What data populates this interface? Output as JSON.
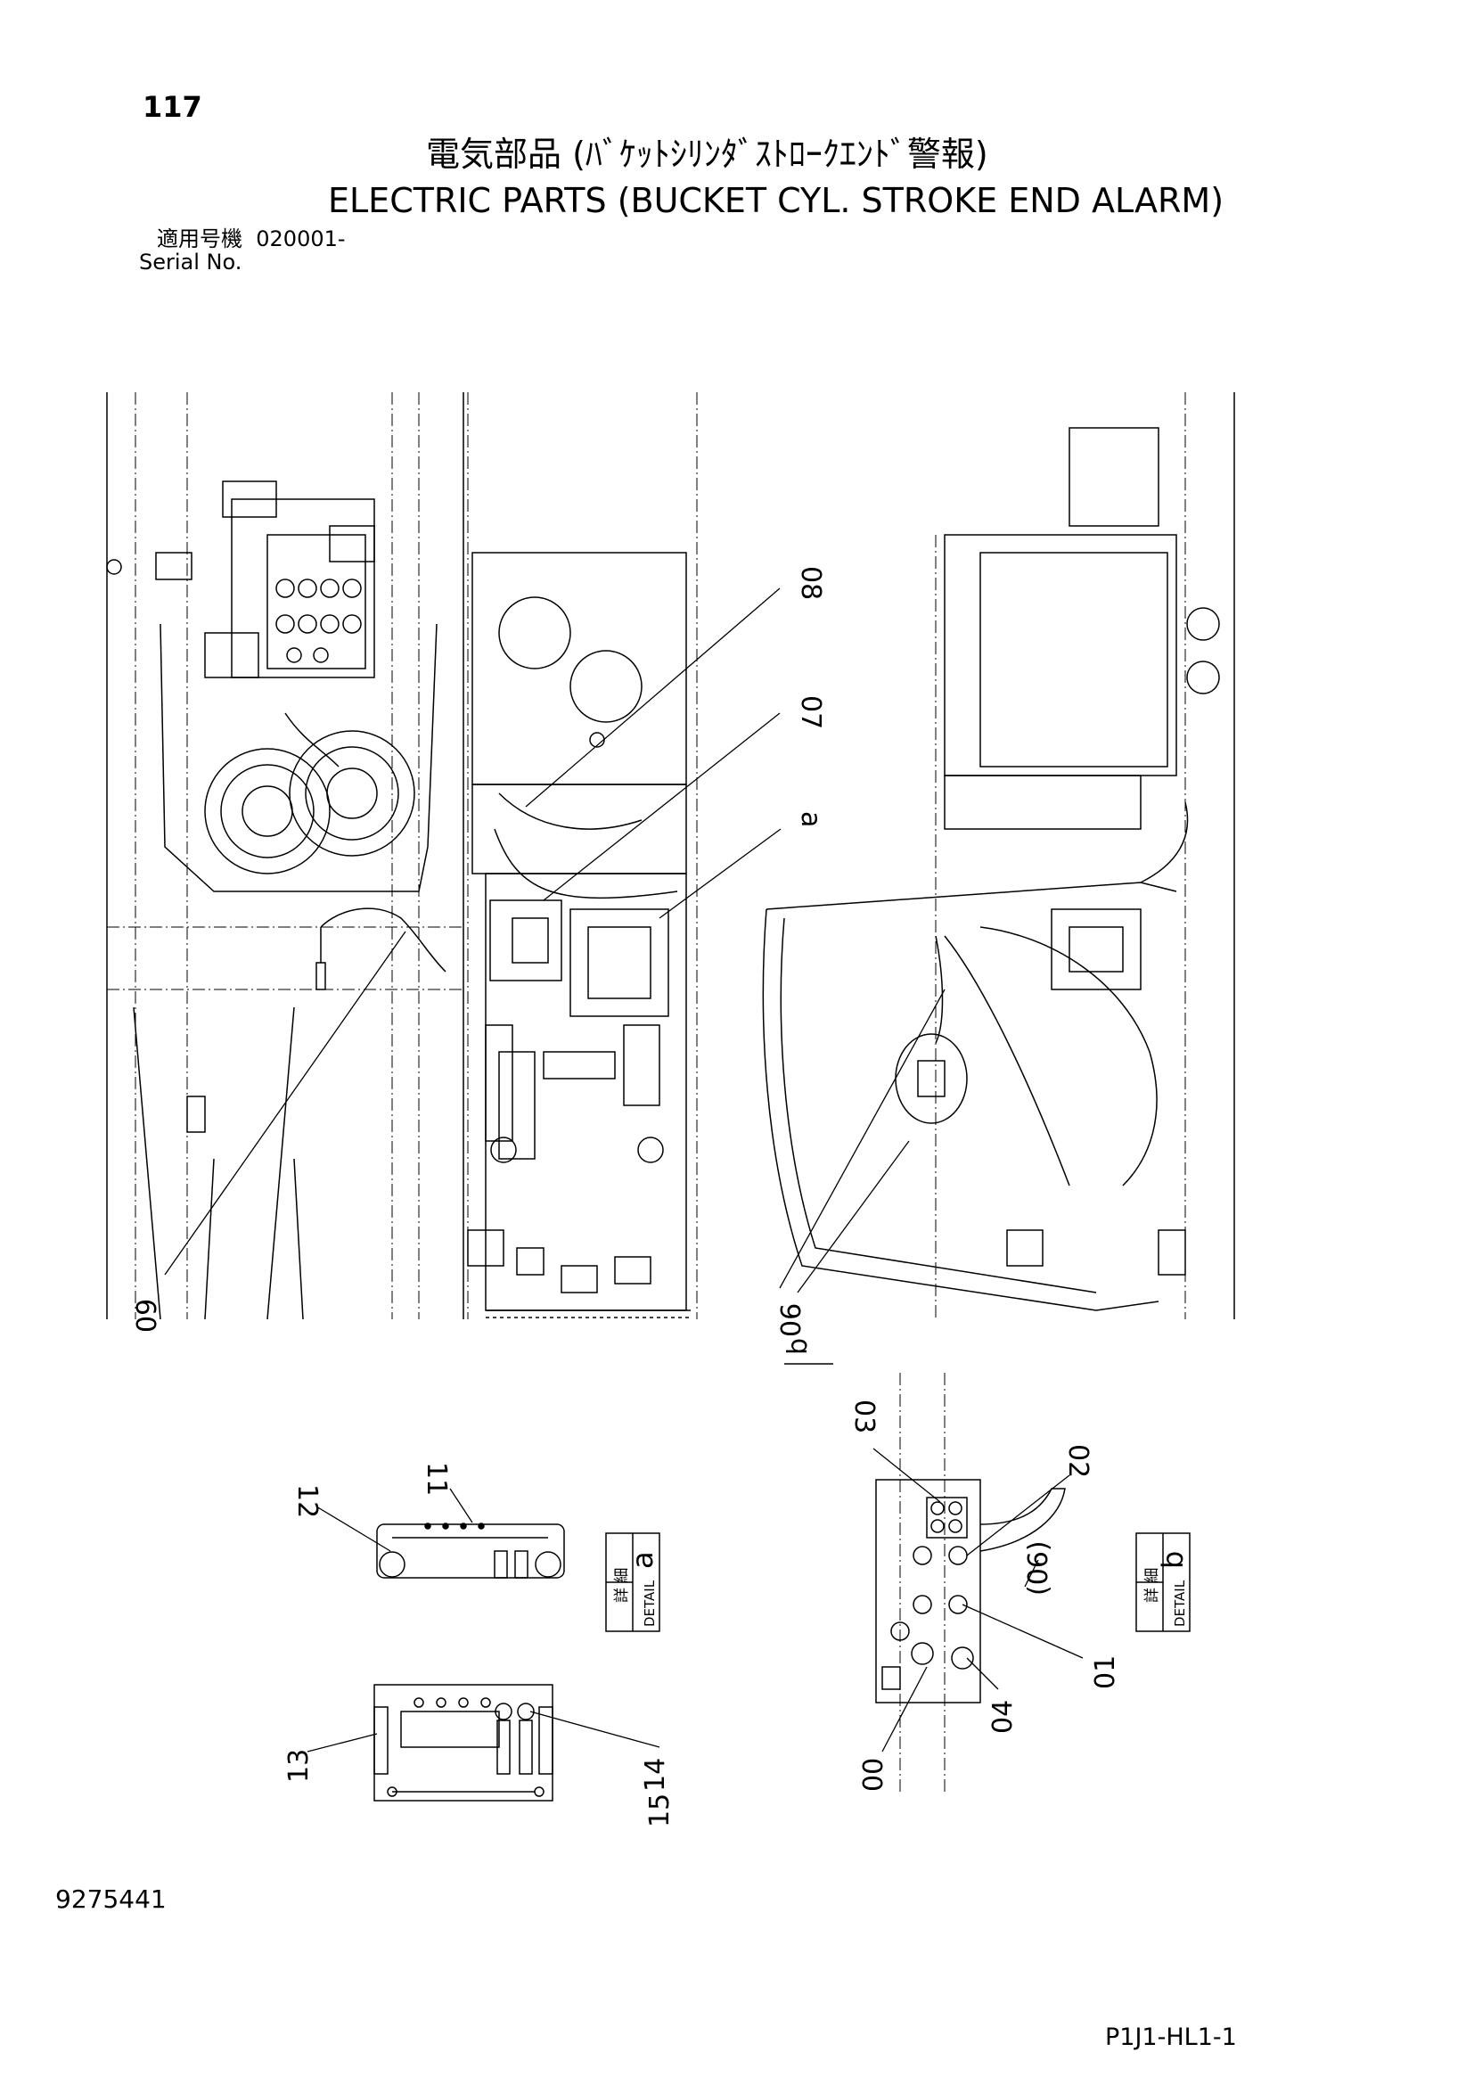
{
  "header": {
    "page_number": "117",
    "title_jp": "電気部品 (ﾊﾞｹｯﾄｼﾘﾝﾀﾞｽﾄﾛｰｸｴﾝﾄﾞ警報)",
    "title_en": "ELECTRIC PARTS (BUCKET CYL. STROKE END ALARM)",
    "serial_label_jp": "適用号機",
    "serial_value": "020001-",
    "serial_label_en": "Serial No."
  },
  "callouts": {
    "c08": "08",
    "c07": "07",
    "ca": "a",
    "c09": "09",
    "c06": "06",
    "cb": "b",
    "c11": "11",
    "c12": "12",
    "c13": "13",
    "c14": "14",
    "c15": "15",
    "c03": "03",
    "c02": "02",
    "c06p": "(06)",
    "c01": "01",
    "c04": "04",
    "c00": "00"
  },
  "details": {
    "a": {
      "jp": "詳 細",
      "en": "DETAIL",
      "letter": "a"
    },
    "b": {
      "jp": "詳 細",
      "en": "DETAIL",
      "letter": "b"
    }
  },
  "footer": {
    "doc_number": "9275441",
    "sheet_code": "P1J1-HL1-1"
  }
}
